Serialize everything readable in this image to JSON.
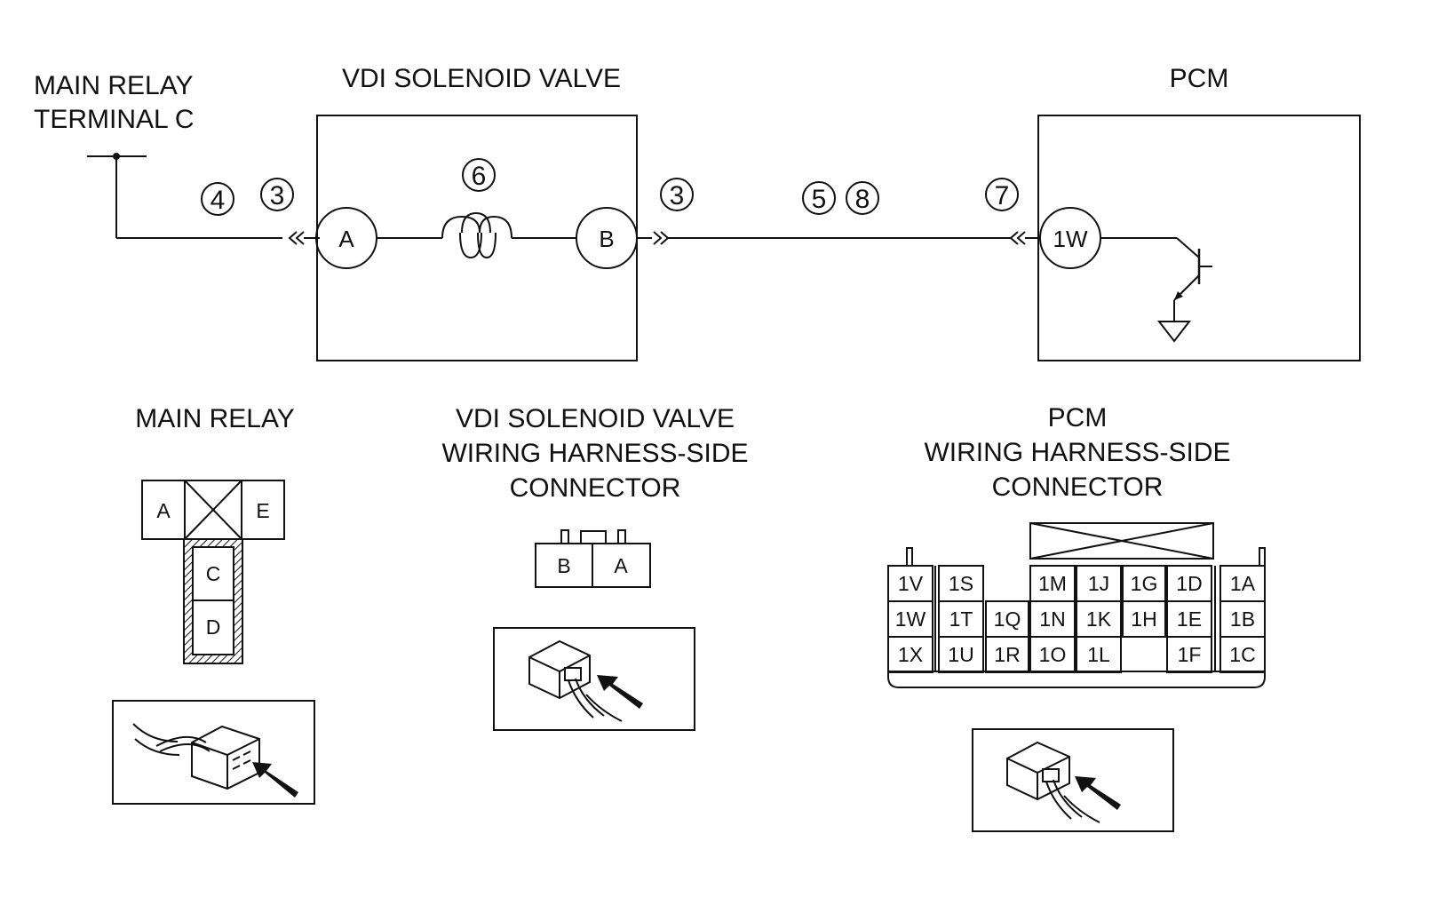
{
  "titles": {
    "main_relay_terminal_line1": "MAIN RELAY",
    "main_relay_terminal_line2": "TERMINAL C",
    "vdi_solenoid_valve": "VDI SOLENOID VALVE",
    "pcm": "PCM",
    "main_relay": "MAIN RELAY",
    "vdi_connector_line1": "VDI SOLENOID VALVE",
    "vdi_connector_line2": "WIRING HARNESS-SIDE",
    "vdi_connector_line3": "CONNECTOR",
    "pcm_connector_line1": "PCM",
    "pcm_connector_line2": "WIRING HARNESS-SIDE",
    "pcm_connector_line3": "CONNECTOR"
  },
  "schematic": {
    "terminal_a": "A",
    "terminal_b": "B",
    "terminal_1w": "1W",
    "step_markers": [
      "4",
      "3",
      "6",
      "3",
      "5",
      "8",
      "7"
    ]
  },
  "main_relay_connector": {
    "pins": [
      "A",
      "E",
      "C",
      "D"
    ]
  },
  "vdi_connector": {
    "pins": [
      "B",
      "A"
    ]
  },
  "pcm_connector": {
    "rows": [
      [
        "1V",
        "1S",
        "",
        "1M",
        "1J",
        "1G",
        "1D",
        "1A"
      ],
      [
        "1W",
        "1T",
        "1Q",
        "1N",
        "1K",
        "1H",
        "1E",
        "1B"
      ],
      [
        "1X",
        "1U",
        "1R",
        "1O",
        "1L",
        "",
        "1F",
        "1C"
      ]
    ]
  },
  "colors": {
    "line": "#111111",
    "background": "#ffffff"
  }
}
